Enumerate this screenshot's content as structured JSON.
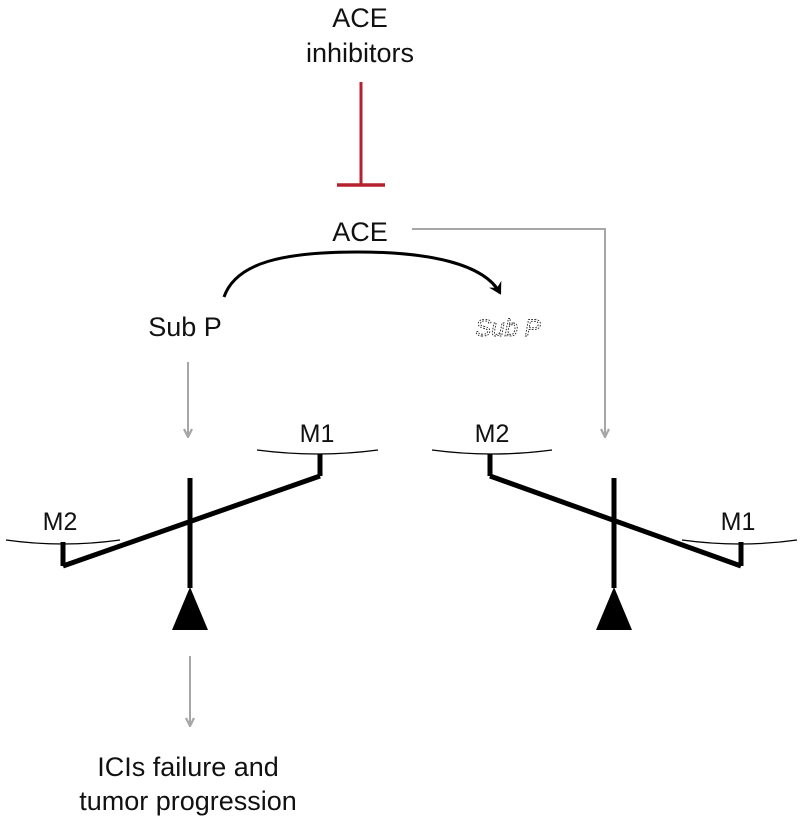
{
  "labels": {
    "ace_inhibitors_line1": "ACE",
    "ace_inhibitors_line2": "inhibitors",
    "ace": "ACE",
    "sub_p": "Sub P",
    "sub_p_degraded": "Sub P",
    "left_scale_m1": "M1",
    "left_scale_m2": "M2",
    "right_scale_m1": "M1",
    "right_scale_m2": "M2",
    "outcome_line1": "ICIs failure and",
    "outcome_line2": "tumor progression"
  },
  "colors": {
    "inhibition": "#b5212f",
    "arrow_gray": "#a6a6a6",
    "black": "#000000"
  }
}
